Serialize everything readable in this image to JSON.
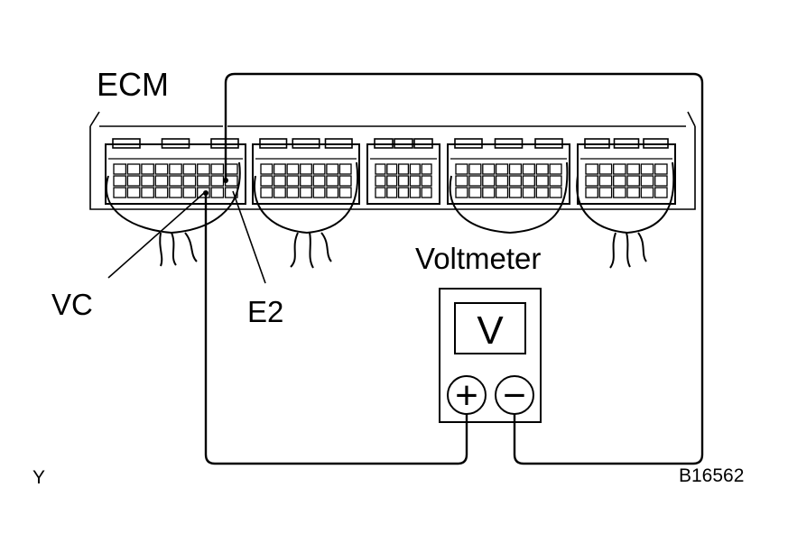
{
  "labels": {
    "ecm": "ECM",
    "voltmeter": "Voltmeter",
    "vc": "VC",
    "e2": "E2",
    "corner": "Y",
    "figure_code": "B16562"
  },
  "meter": {
    "display": "V",
    "plus_symbol": "+",
    "minus_symbol": "−"
  }
}
